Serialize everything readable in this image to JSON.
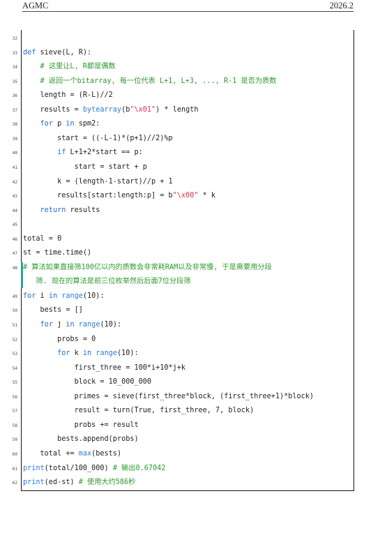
{
  "header": {
    "left": "AGMC",
    "right": "2026.2"
  },
  "lines": [
    {
      "n": "32",
      "t": ""
    },
    {
      "n": "33",
      "t": "def sieve(L, R):"
    },
    {
      "n": "34",
      "t": "    # 这里让L, R都是偶数"
    },
    {
      "n": "35",
      "t": "    # 返回一个bitarray, 每一位代表 L+1, L+3, ..., R-1 是否为质数"
    },
    {
      "n": "36",
      "t": "    length = (R-L)//2"
    },
    {
      "n": "37",
      "t": "    results = bytearray(b\"\\x01\") * length"
    },
    {
      "n": "38",
      "t": "    for p in spm2:"
    },
    {
      "n": "39",
      "t": "        start = ((-L-1)*(p+1)//2)%p"
    },
    {
      "n": "40",
      "t": "        if L+1+2*start == p:"
    },
    {
      "n": "41",
      "t": "            start = start + p"
    },
    {
      "n": "42",
      "t": "        k = (length-1-start)//p + 1"
    },
    {
      "n": "43",
      "t": "        results[start:length:p] = b\"\\x00\" * k"
    },
    {
      "n": "44",
      "t": "    return results"
    },
    {
      "n": "45",
      "t": ""
    },
    {
      "n": "46",
      "t": "total = 0"
    },
    {
      "n": "47",
      "t": "st = time.time()"
    },
    {
      "n": "48",
      "t": "# 算法如果直接筛100亿以内的质数会非常耗RAM以及非常慢, 于是需要用分段"
    },
    {
      "n": "",
      "t": "   筛. 现在的算法是前三位枚举然后后面7位分段筛"
    },
    {
      "n": "49",
      "t": "for i in range(10):"
    },
    {
      "n": "50",
      "t": "    bests = []"
    },
    {
      "n": "51",
      "t": "    for j in range(10):"
    },
    {
      "n": "52",
      "t": "        probs = 0"
    },
    {
      "n": "53",
      "t": "        for k in range(10):"
    },
    {
      "n": "54",
      "t": "            first_three = 100*i+10*j+k"
    },
    {
      "n": "55",
      "t": "            block = 10_000_000"
    },
    {
      "n": "56",
      "t": "            primes = sieve(first_three*block, (first_three+1)*block)"
    },
    {
      "n": "57",
      "t": "            result = turn(True, first_three, 7, block)"
    },
    {
      "n": "58",
      "t": "            probs += result"
    },
    {
      "n": "59",
      "t": "        bests.append(probs)"
    },
    {
      "n": "60",
      "t": "    total += max(bests)"
    },
    {
      "n": "61",
      "t": "print(total/100_000) # 输出0.67042"
    },
    {
      "n": "62",
      "t": "print(ed-st) # 使用大约586秒"
    }
  ],
  "colors": {
    "keyword": "#1a6fd6",
    "comment": "#2e9a2e",
    "string": "#d9304c",
    "frame_bar": "#26a69a"
  }
}
